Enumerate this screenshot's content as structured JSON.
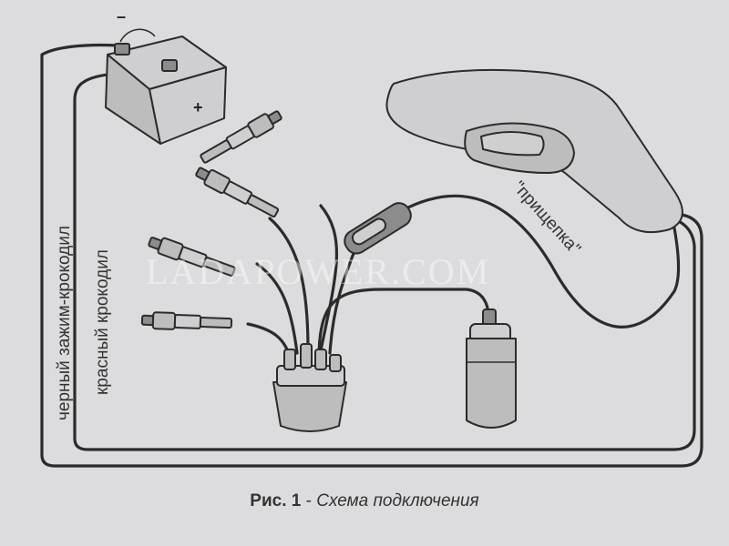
{
  "labels": {
    "black_clamp": "черный зажим-крокодил",
    "red_clip": "красный крокодил",
    "clip_pickup": "\"прищепка\"",
    "minus": "–",
    "plus": "+"
  },
  "watermark": "LADAPOWER.COM",
  "caption": {
    "fig_number": "Рис. 1",
    "separator": " - ",
    "description": "Схема подключения"
  }
}
